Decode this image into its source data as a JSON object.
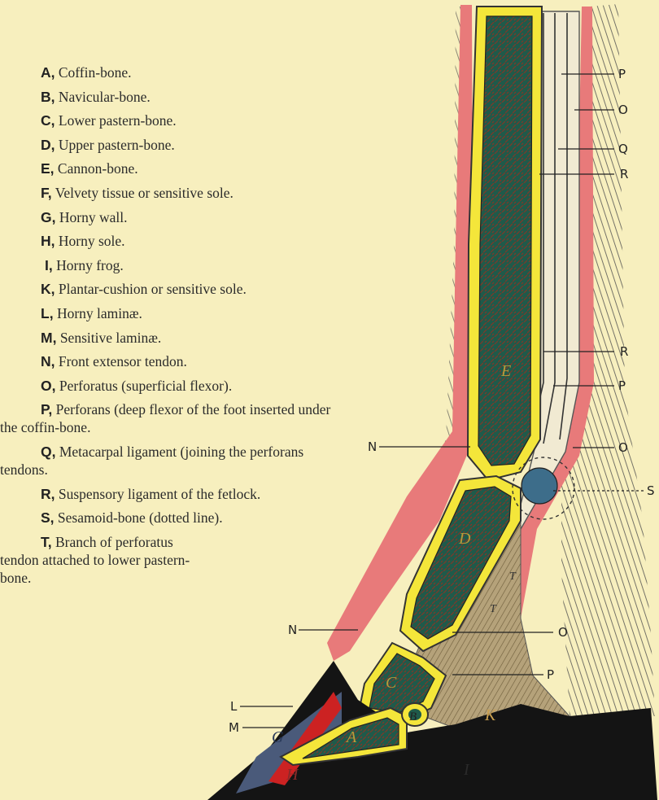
{
  "legend": [
    {
      "key": "A,",
      "text": "Coffin-bone."
    },
    {
      "key": "B,",
      "text": "Navicular-bone."
    },
    {
      "key": "C,",
      "text": "Lower pastern-bone."
    },
    {
      "key": "D,",
      "text": "Upper pastern-bone."
    },
    {
      "key": "E,",
      "text": "Cannon-bone."
    },
    {
      "key": "F,",
      "text": "Velvety tissue or sensitive sole."
    },
    {
      "key": "G,",
      "text": "Horny wall."
    },
    {
      "key": "H,",
      "text": "Horny sole."
    },
    {
      "key": "I,",
      "text": "Horny frog."
    },
    {
      "key": "K,",
      "text": "Plantar-cushion or sensitive sole."
    },
    {
      "key": "L,",
      "text": "Horny laminæ."
    },
    {
      "key": "M,",
      "text": "Sensitive laminæ."
    },
    {
      "key": "N,",
      "text": "Front extensor tendon."
    },
    {
      "key": "O,",
      "text": "Perforatus (superficial flexor)."
    },
    {
      "key": "P,",
      "text": "Perforans (deep flexor of the foot inserted under the coffin-bone."
    },
    {
      "key": "Q,",
      "text": "Metacarpal ligament (joining the perforans tendons."
    },
    {
      "key": "R,",
      "text": "Suspensory ligament of the fetlock."
    },
    {
      "key": "S,",
      "text": "Sesamoid-bone (dotted line)."
    },
    {
      "key": "T,",
      "text": "Branch of perforatus tendon attached to lower pastern-bone."
    }
  ],
  "callouts": {
    "p1": "P",
    "o1": "O",
    "q1": "Q",
    "r1": "R",
    "r2": "R",
    "p2": "P",
    "o2": "O",
    "s1": "S",
    "n1": "N",
    "o3": "O",
    "n2": "N",
    "p3": "P",
    "l1": "L",
    "m1": "M"
  },
  "inner_labels": {
    "e": "E",
    "d": "D",
    "c": "C",
    "a": "A",
    "b": "B",
    "t1": "T",
    "t2": "T",
    "k": "K",
    "i": "I",
    "h": "H",
    "g": "G"
  },
  "colors": {
    "background": "#f7efbe",
    "bone": "#1f5a4a",
    "cartilage": "#f4e63a",
    "skin": "#e87a7a",
    "hoof": "#141414",
    "frog": "#4a5a7a",
    "sole": "#cc2222"
  }
}
